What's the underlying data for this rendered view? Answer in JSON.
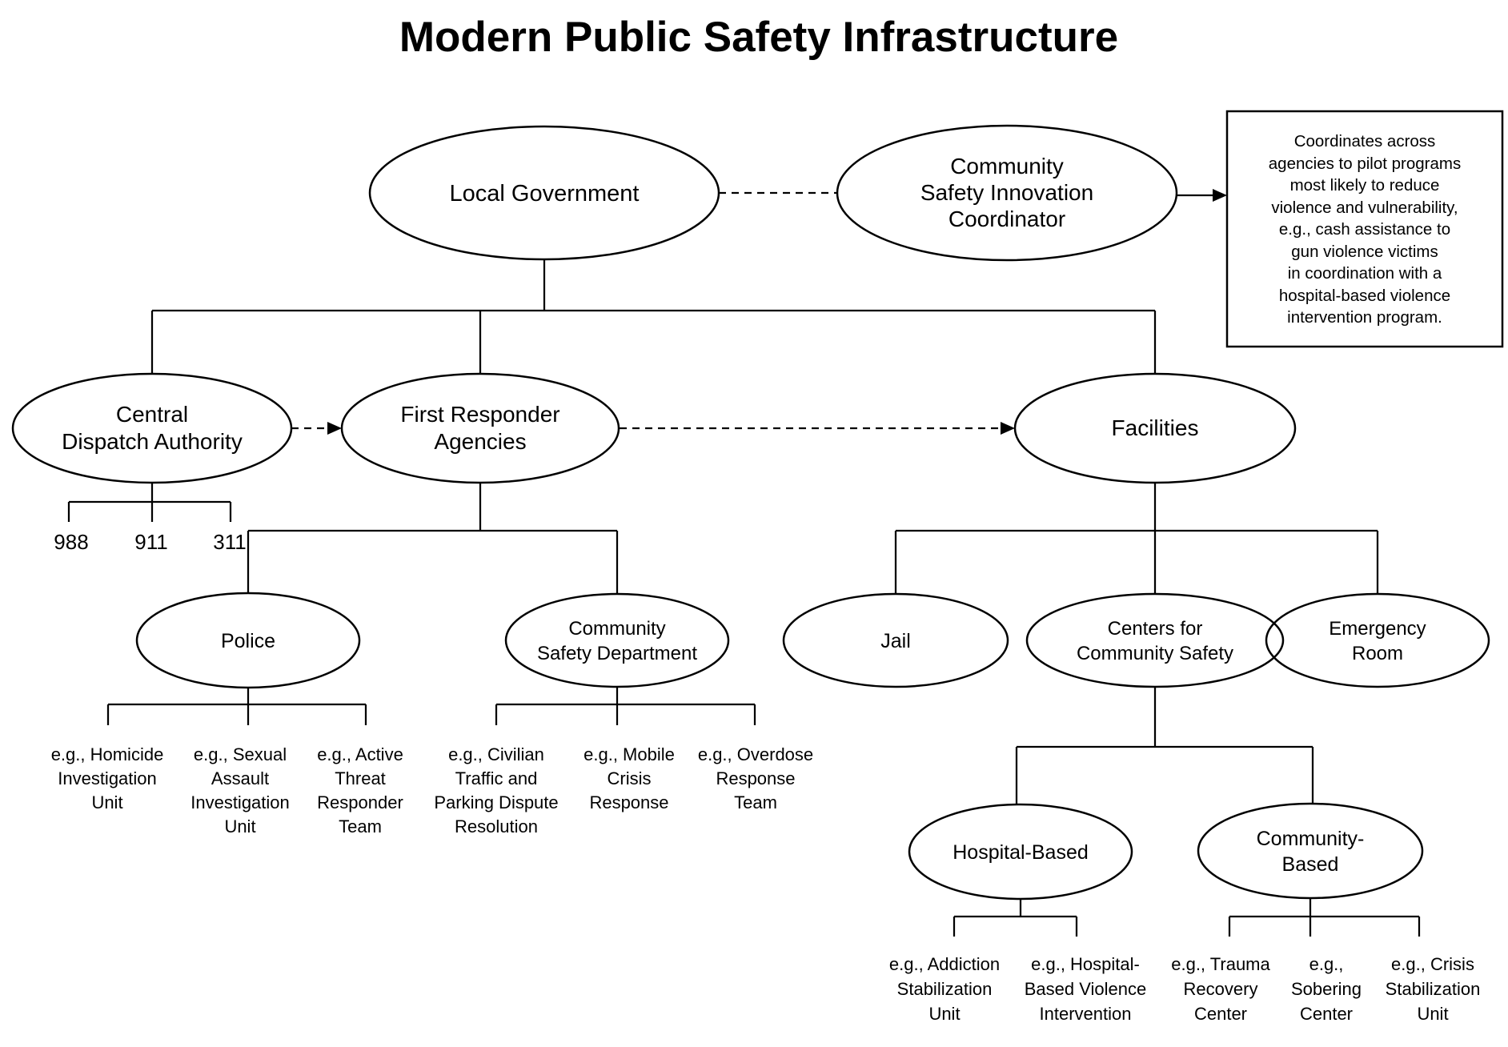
{
  "title": "Modern Public Safety Infrastructure",
  "colors": {
    "ink": "#000000",
    "background": "#ffffff"
  },
  "nodes": {
    "local_government": {
      "lines": [
        "Local Government"
      ]
    },
    "coordinator": {
      "lines": [
        "Community",
        "Safety Innovation",
        "Coordinator"
      ]
    },
    "central_dispatch": {
      "lines": [
        "Central",
        "Dispatch Authority"
      ]
    },
    "first_responder": {
      "lines": [
        "First Responder",
        "Agencies"
      ]
    },
    "facilities": {
      "lines": [
        "Facilities"
      ]
    },
    "police": {
      "lines": [
        "Police"
      ]
    },
    "community_safety_department": {
      "lines": [
        "Community",
        "Safety Department"
      ]
    },
    "jail": {
      "lines": [
        "Jail"
      ]
    },
    "centers_for_community_safety": {
      "lines": [
        "Centers for",
        "Community Safety"
      ]
    },
    "emergency_room": {
      "lines": [
        "Emergency",
        "Room"
      ]
    },
    "hospital_based": {
      "lines": [
        "Hospital-Based"
      ]
    },
    "community_based": {
      "lines": [
        "Community-",
        "Based"
      ]
    }
  },
  "dispatch_numbers": [
    "988",
    "911",
    "311"
  ],
  "annotation": {
    "lines": [
      "Coordinates across",
      "agencies to pilot programs",
      "most likely to reduce",
      "violence and vulnerability,",
      "e.g., cash assistance to",
      "gun violence victims",
      "in coordination with a",
      "hospital-based violence",
      "intervention program."
    ]
  },
  "leaves": {
    "police": [
      {
        "lines": [
          "e.g., Homicide",
          "Investigation",
          "Unit"
        ]
      },
      {
        "lines": [
          "e.g., Sexual",
          "Assault",
          "Investigation",
          "Unit"
        ]
      },
      {
        "lines": [
          "e.g., Active",
          "Threat",
          "Responder",
          "Team"
        ]
      }
    ],
    "community_safety_department": [
      {
        "lines": [
          "e.g., Civilian",
          "Traffic and",
          "Parking Dispute",
          "Resolution"
        ]
      },
      {
        "lines": [
          "e.g., Mobile",
          "Crisis",
          "Response"
        ]
      },
      {
        "lines": [
          "e.g., Overdose",
          "Response",
          "Team"
        ]
      }
    ],
    "hospital_based": [
      {
        "lines": [
          "e.g., Addiction",
          "Stabilization",
          "Unit"
        ]
      },
      {
        "lines": [
          "e.g., Hospital-",
          "Based Violence",
          "Intervention"
        ]
      }
    ],
    "community_based": [
      {
        "lines": [
          "e.g., Trauma",
          "Recovery",
          "Center"
        ]
      },
      {
        "lines": [
          "e.g.,",
          "Sobering",
          "Center"
        ]
      },
      {
        "lines": [
          "e.g., Crisis",
          "Stabilization",
          "Unit"
        ]
      }
    ]
  }
}
